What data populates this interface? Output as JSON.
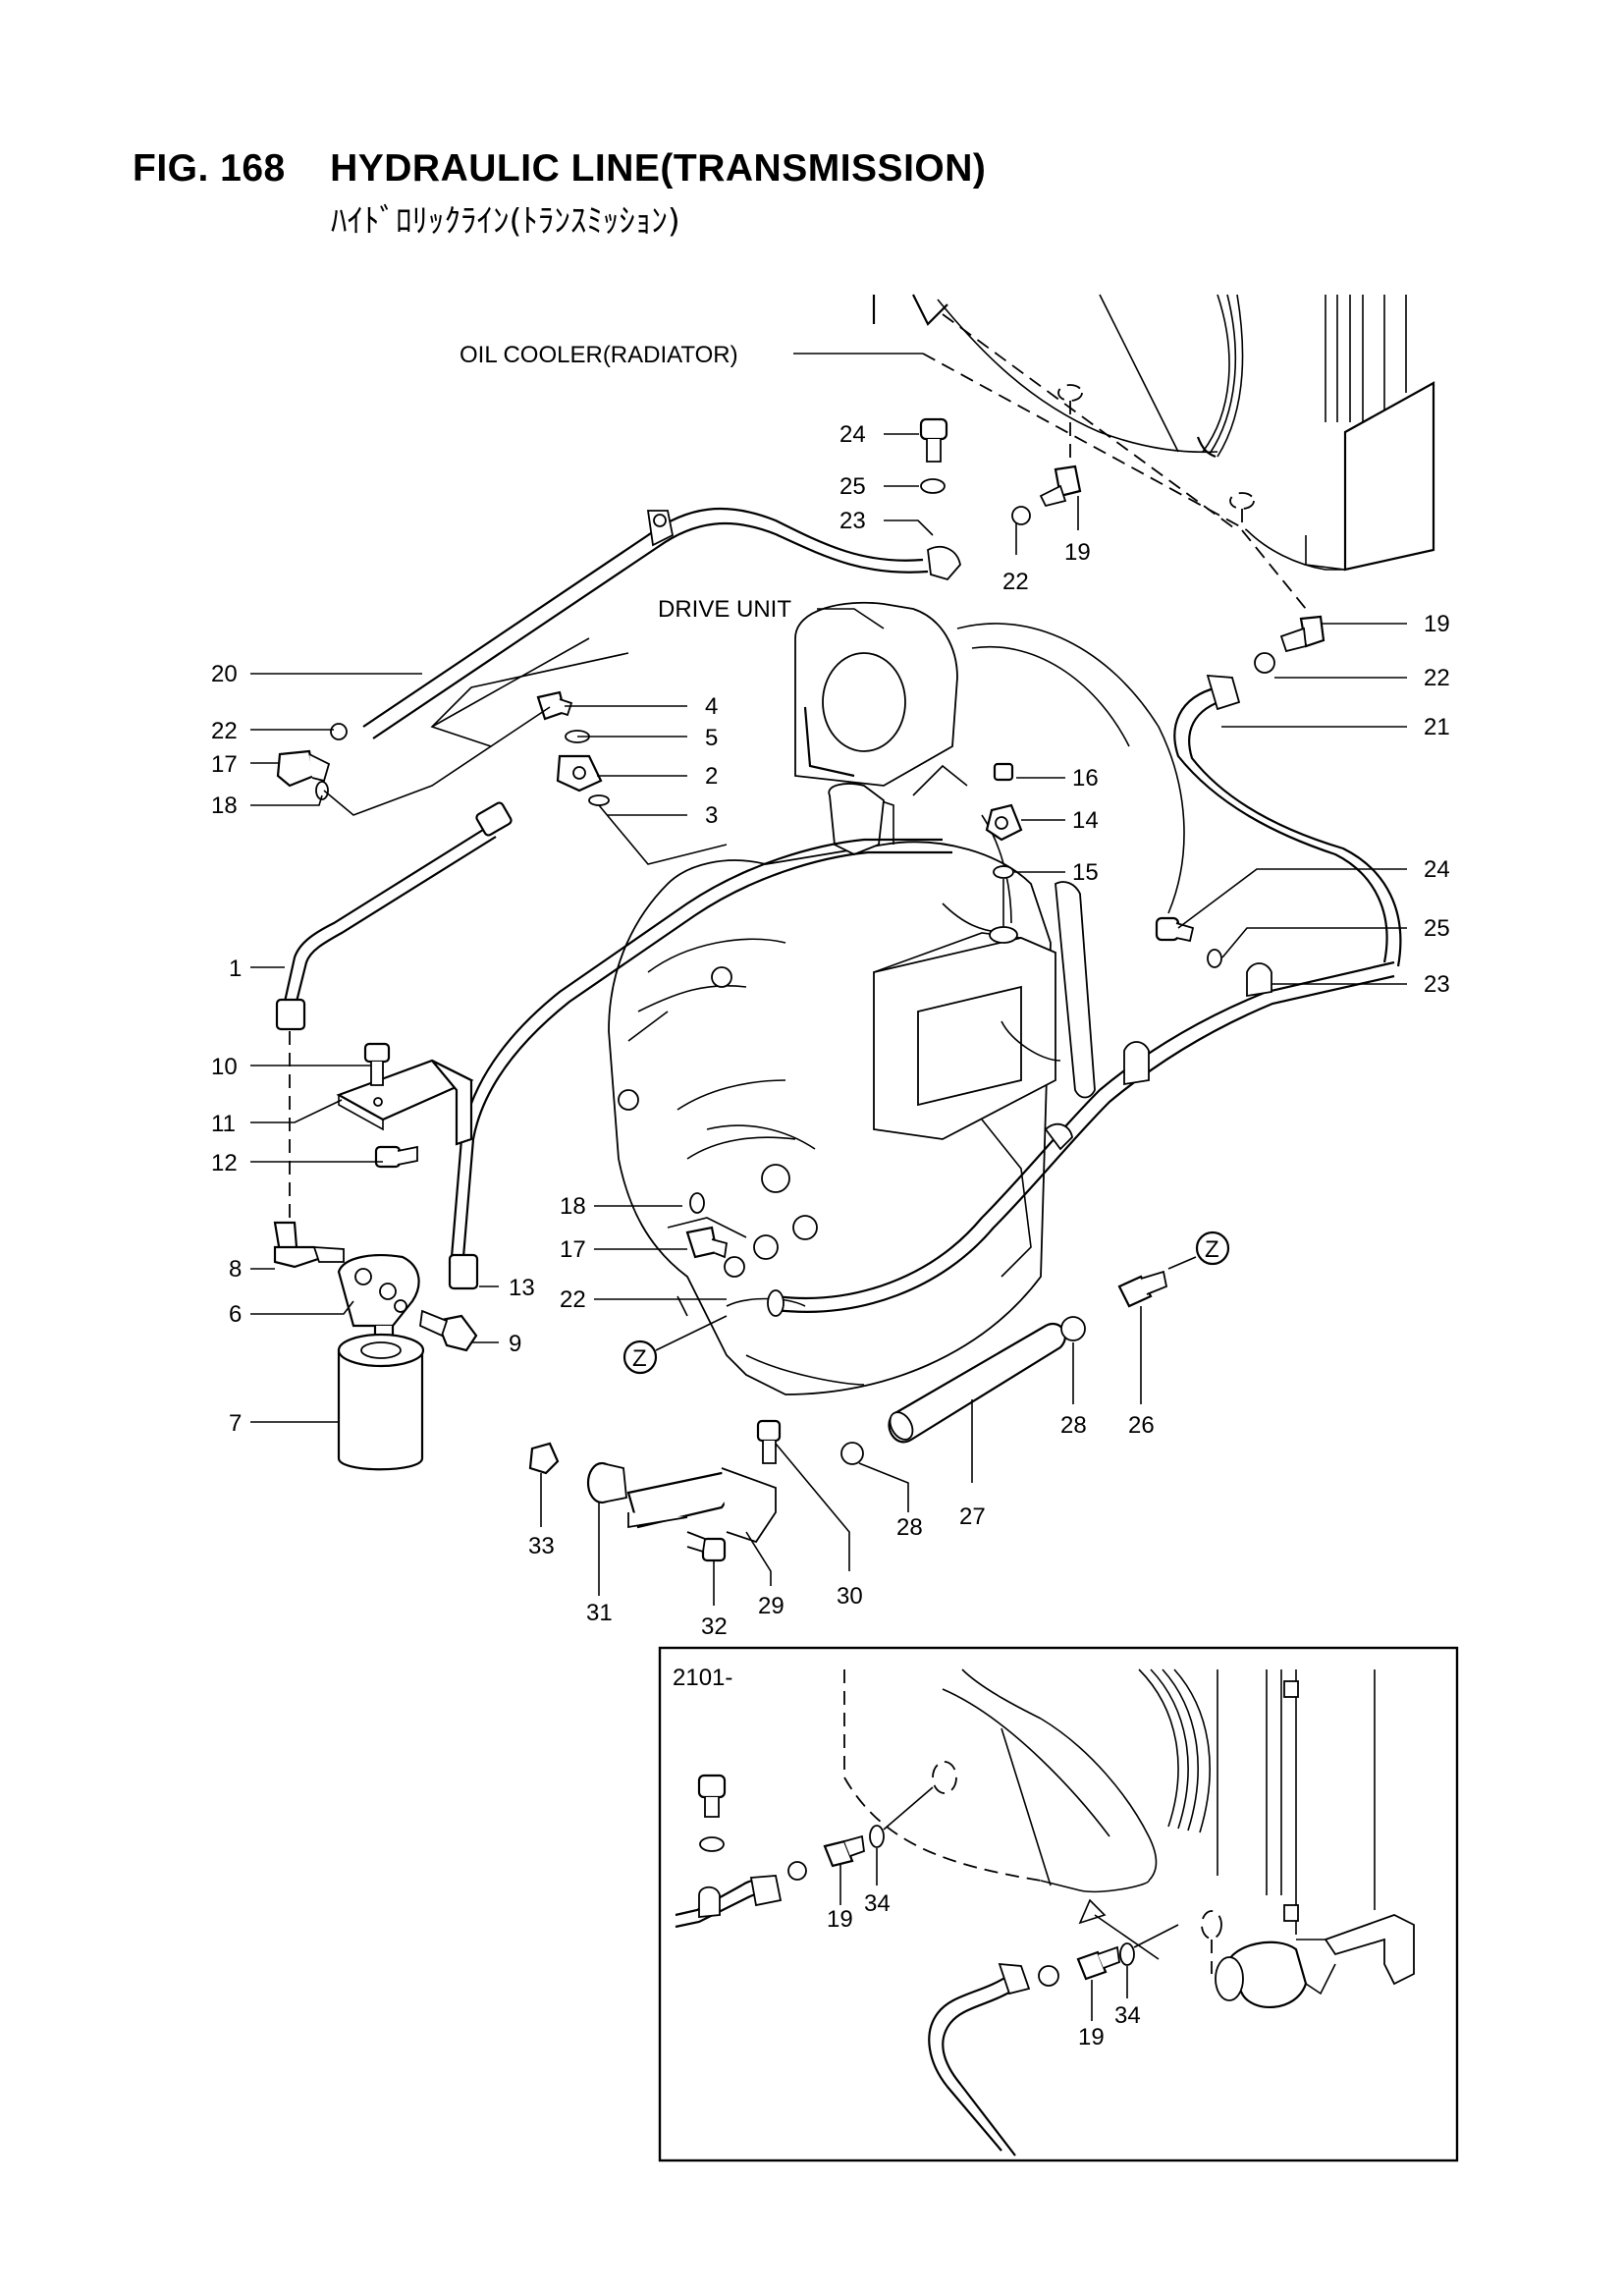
{
  "header": {
    "title": "FIG. 168    HYDRAULIC LINE(TRANSMISSION)",
    "subtitle": "ﾊｲﾄﾞﾛﾘｯｸﾗｲﾝ(ﾄﾗﾝｽﾐｯｼｮﾝ)"
  },
  "labels": {
    "oil_cooler": "OIL COOLER(RADIATOR)",
    "drive_unit": "DRIVE UNIT",
    "inset_serial": "2101-",
    "z_marker": "Z"
  },
  "callouts": {
    "p1": "1",
    "p2": "2",
    "p3": "3",
    "p4": "4",
    "p5": "5",
    "p6": "6",
    "p7": "7",
    "p8": "8",
    "p9": "9",
    "p10": "10",
    "p11": "11",
    "p12": "12",
    "p13": "13",
    "p14": "14",
    "p15": "15",
    "p16": "16",
    "p17": "17",
    "p18": "18",
    "p19": "19",
    "p20": "20",
    "p21": "21",
    "p22": "22",
    "p23": "23",
    "p24": "24",
    "p25": "25",
    "p26": "26",
    "p27": "27",
    "p28": "28",
    "p29": "29",
    "p30": "30",
    "p31": "31",
    "p32": "32",
    "p33": "33",
    "p34": "34"
  }
}
